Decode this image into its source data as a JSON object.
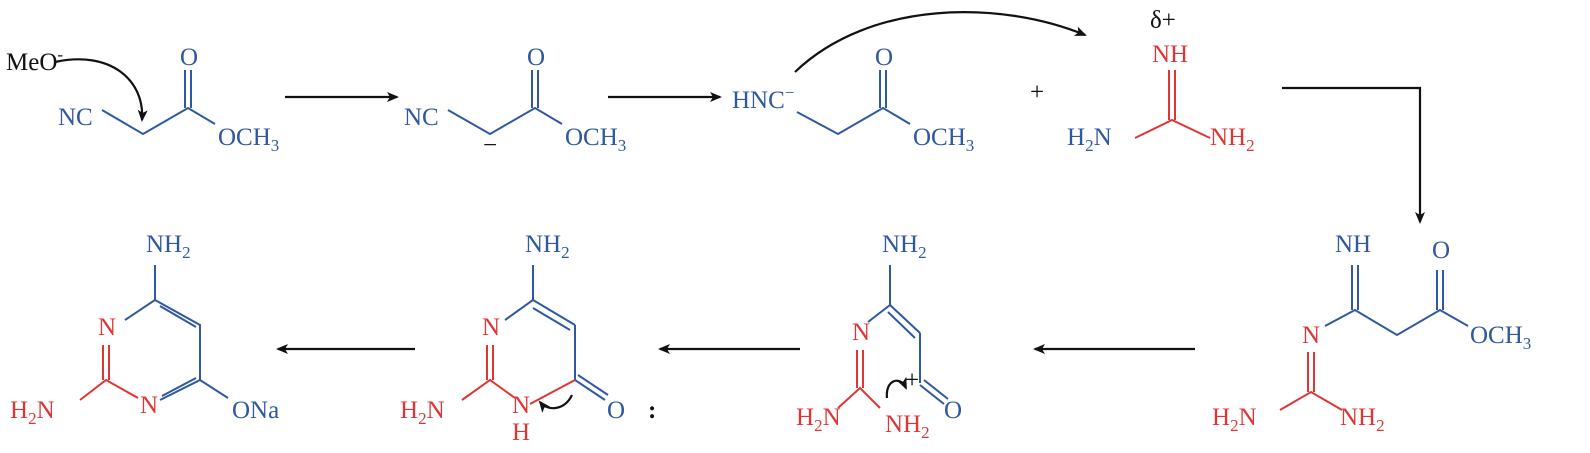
{
  "colors": {
    "reactant_blue": "#2f58a0",
    "guanidine_red": "#e03535",
    "arrows": "#111111"
  },
  "step1": {
    "reagent": "MeO",
    "reagent_charge": "-",
    "nitrile": "NC",
    "carbonyl_o": "O",
    "ester": "OCH",
    "ester_sub": "3"
  },
  "step2": {
    "nitrile": "NC",
    "carbonyl_o": "O",
    "ester": "OCH",
    "ester_sub": "3",
    "carbanion_charge": "−"
  },
  "step3": {
    "isonitrile": "HNC",
    "isonitrile_charge": "−",
    "carbonyl_o": "O",
    "ester": "OCH",
    "ester_sub": "3",
    "plus": "+"
  },
  "guanidine": {
    "partial_charge": "δ+",
    "imine": "NH",
    "amine_left": "H",
    "amine_left_sub": "2",
    "amine_left_n": "N",
    "amine_right": "NH",
    "amine_right_sub": "2"
  },
  "intermediate1": {
    "imine": "NH",
    "carbonyl_o": "O",
    "ester": "OCH",
    "ester_sub": "3",
    "n": "N",
    "amine_left": "H",
    "amine_left_sub": "2",
    "amine_left_n": "N",
    "amine_right": "NH",
    "amine_right_sub": "2"
  },
  "intermediate2": {
    "amine": "NH",
    "amine_sub": "2",
    "n": "N",
    "cation": "+",
    "carbonyl_o": "O",
    "amine_left": "H",
    "amine_left_sub": "2",
    "amine_left_n": "N",
    "amine_right": "NH",
    "amine_right_sub": "2"
  },
  "intermediate3": {
    "amine": "NH",
    "amine_sub": "2",
    "n_top": "N",
    "n_ring": "N",
    "n_h": "H",
    "carbonyl_o": "O",
    "lone_pair": ":",
    "amine_left": "H",
    "amine_left_sub": "2",
    "amine_left_n": "N"
  },
  "product": {
    "amine": "NH",
    "amine_sub": "2",
    "n_top": "N",
    "n_bottom": "N",
    "amine_left": "H",
    "amine_left_sub": "2",
    "amine_left_n": "N",
    "salt": "ONa"
  }
}
